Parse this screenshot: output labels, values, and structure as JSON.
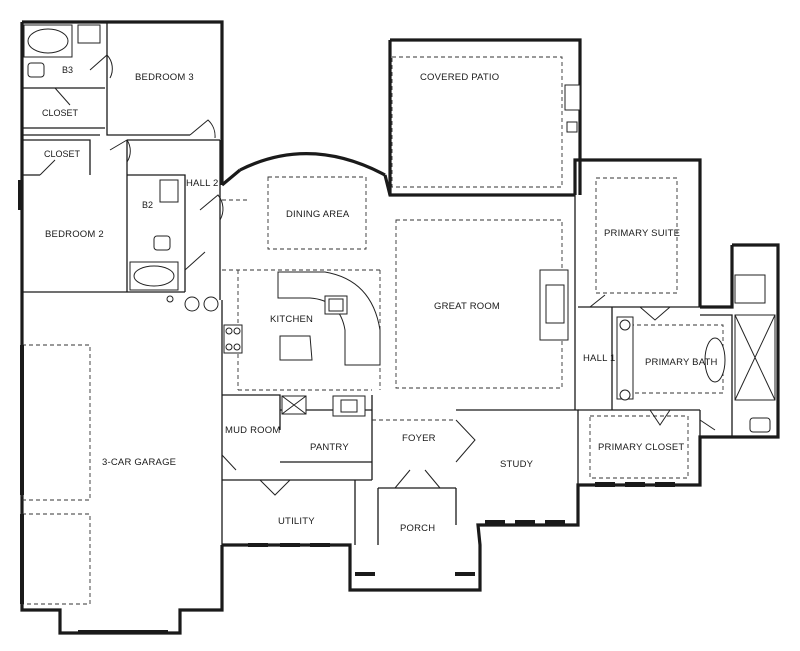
{
  "rooms": {
    "bedroom3": "BEDROOM 3",
    "b3": "B3",
    "closet_b3": "CLOSET",
    "closet_b2": "CLOSET",
    "bedroom2": "BEDROOM 2",
    "b2": "B2",
    "hall2": "HALL 2",
    "dining": "DINING AREA",
    "covered_patio": "COVERED PATIO",
    "primary_suite": "PRIMARY SUITE",
    "kitchen": "KITCHEN",
    "great_room": "GREAT ROOM",
    "hall1": "HALL 1",
    "primary_bath": "PRIMARY BATH",
    "garage": "3-CAR GARAGE",
    "mud_room": "MUD ROOM",
    "pantry": "PANTRY",
    "foyer": "FOYER",
    "study": "STUDY",
    "primary_closet": "PRIMARY CLOSET",
    "utility": "UTILITY",
    "porch": "PORCH"
  }
}
